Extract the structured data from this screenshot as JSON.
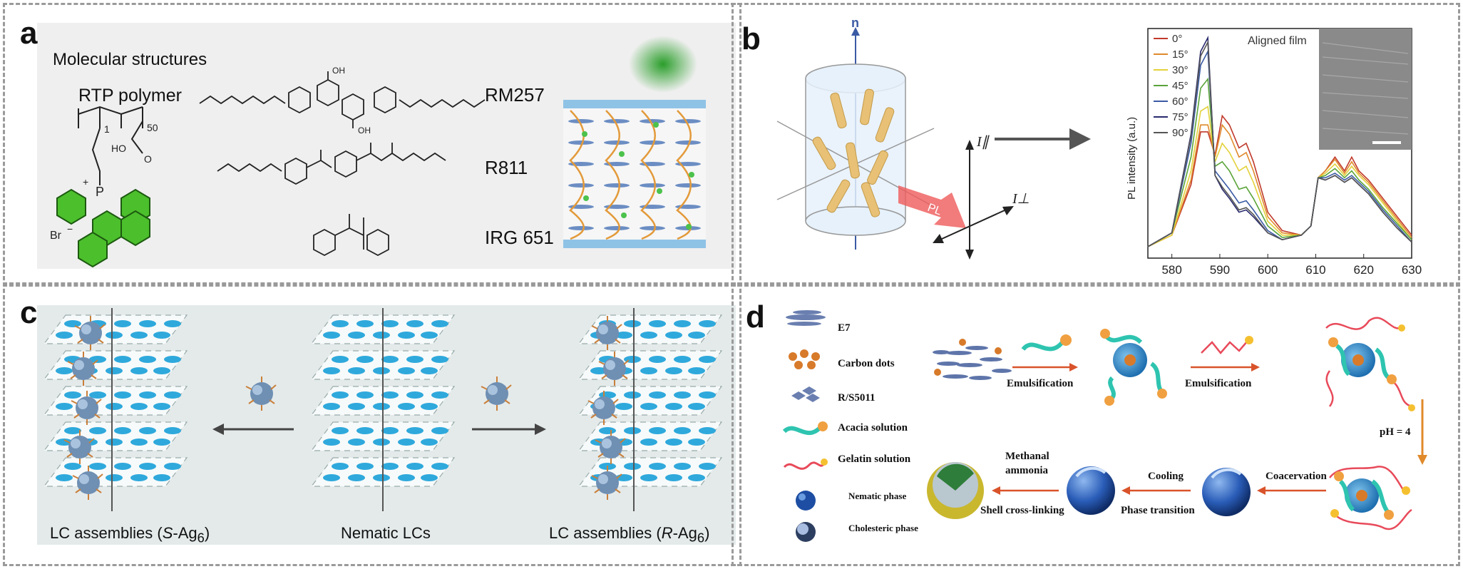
{
  "panel_a": {
    "label": "a",
    "heading": "Molecular structures",
    "polymer_label": "RTP polymer",
    "compounds": [
      "RM257",
      "R811",
      "IRG 651"
    ],
    "chem_text": {
      "subscript_1": "1",
      "subscript_50": "50",
      "acid": "HO",
      "carbonyl": "O",
      "cation": "P",
      "counter_ion": "Br",
      "charge_plus": "+",
      "charge_minus": "−",
      "oh": "OH"
    }
  },
  "panel_b": {
    "label": "b",
    "director": "n",
    "pl": "PL",
    "i_parallel": "I∥",
    "i_perp": "I⊥",
    "inset_title": "Aligned film",
    "ylabel": "PL intensity (a.u.)",
    "legend": [
      "0°",
      "15°",
      "30°",
      "45°",
      "60°",
      "75°",
      "90°"
    ],
    "legend_colors": [
      "#c0392b",
      "#e08a2c",
      "#e3d23a",
      "#5aa43a",
      "#3a5aa4",
      "#2a2a6e",
      "#555555"
    ],
    "xticks": [
      "580",
      "590",
      "600",
      "610",
      "620",
      "630"
    ]
  },
  "panel_c": {
    "label": "c",
    "captions": [
      "LC assemblies (S-Ag6)",
      "Nematic LCs",
      "LC assemblies (R-Ag6)"
    ]
  },
  "panel_d": {
    "label": "d",
    "legend": [
      "E7",
      "Carbon dots",
      "R/S5011",
      "Acacia solution",
      "Gelatin solution",
      "Nematic phase",
      "Cholesteric phase"
    ],
    "steps": {
      "emuls1": "Emulsification",
      "emuls2": "Emulsification",
      "ph": "pH = 4",
      "coacervation": "Coacervation",
      "cooling": "Cooling",
      "phase_transition": "Phase transition",
      "methanal": "Methanal",
      "ammonia": "ammonia",
      "crosslink": "Shell cross-linking"
    }
  },
  "chart_data": {
    "type": "line",
    "title": "",
    "xlabel": "",
    "ylabel": "PL intensity (a.u.)",
    "xlim": [
      575,
      630
    ],
    "ylim": [
      0,
      1
    ],
    "x": [
      575,
      580,
      584,
      586,
      587.5,
      589,
      590.5,
      592,
      594,
      595.5,
      597,
      600,
      603,
      607,
      609,
      610.5,
      612,
      614,
      616,
      617.5,
      619,
      621,
      624,
      627,
      630
    ],
    "series": [
      {
        "name": "0°",
        "values": [
          0.05,
          0.1,
          0.32,
          0.55,
          0.55,
          0.45,
          0.62,
          0.58,
          0.48,
          0.5,
          0.42,
          0.2,
          0.12,
          0.1,
          0.14,
          0.35,
          0.38,
          0.44,
          0.38,
          0.44,
          0.38,
          0.34,
          0.26,
          0.18,
          0.1
        ]
      },
      {
        "name": "15°",
        "values": [
          0.05,
          0.1,
          0.34,
          0.58,
          0.58,
          0.44,
          0.58,
          0.54,
          0.44,
          0.46,
          0.38,
          0.18,
          0.11,
          0.1,
          0.14,
          0.35,
          0.38,
          0.43,
          0.37,
          0.42,
          0.37,
          0.33,
          0.25,
          0.17,
          0.09
        ]
      },
      {
        "name": "30°",
        "values": [
          0.05,
          0.1,
          0.38,
          0.64,
          0.66,
          0.42,
          0.5,
          0.46,
          0.38,
          0.4,
          0.33,
          0.16,
          0.1,
          0.1,
          0.14,
          0.35,
          0.37,
          0.41,
          0.36,
          0.4,
          0.36,
          0.32,
          0.24,
          0.16,
          0.08
        ]
      },
      {
        "name": "45°",
        "values": [
          0.05,
          0.11,
          0.44,
          0.74,
          0.78,
          0.4,
          0.42,
          0.38,
          0.3,
          0.31,
          0.26,
          0.14,
          0.09,
          0.1,
          0.14,
          0.35,
          0.36,
          0.39,
          0.35,
          0.38,
          0.34,
          0.3,
          0.22,
          0.15,
          0.08
        ]
      },
      {
        "name": "60°",
        "values": [
          0.05,
          0.11,
          0.5,
          0.84,
          0.9,
          0.38,
          0.34,
          0.3,
          0.24,
          0.25,
          0.21,
          0.12,
          0.08,
          0.1,
          0.14,
          0.35,
          0.35,
          0.37,
          0.34,
          0.36,
          0.33,
          0.29,
          0.21,
          0.14,
          0.07
        ]
      },
      {
        "name": "75°",
        "values": [
          0.05,
          0.11,
          0.54,
          0.9,
          0.96,
          0.36,
          0.3,
          0.26,
          0.2,
          0.21,
          0.18,
          0.11,
          0.08,
          0.1,
          0.14,
          0.35,
          0.34,
          0.36,
          0.33,
          0.35,
          0.32,
          0.28,
          0.2,
          0.13,
          0.07
        ]
      },
      {
        "name": "90°",
        "values": [
          0.05,
          0.11,
          0.53,
          0.88,
          0.94,
          0.36,
          0.31,
          0.27,
          0.21,
          0.22,
          0.19,
          0.11,
          0.08,
          0.1,
          0.14,
          0.35,
          0.34,
          0.36,
          0.33,
          0.35,
          0.32,
          0.28,
          0.2,
          0.13,
          0.07
        ]
      }
    ],
    "legend_position": "top-left",
    "grid": false
  }
}
